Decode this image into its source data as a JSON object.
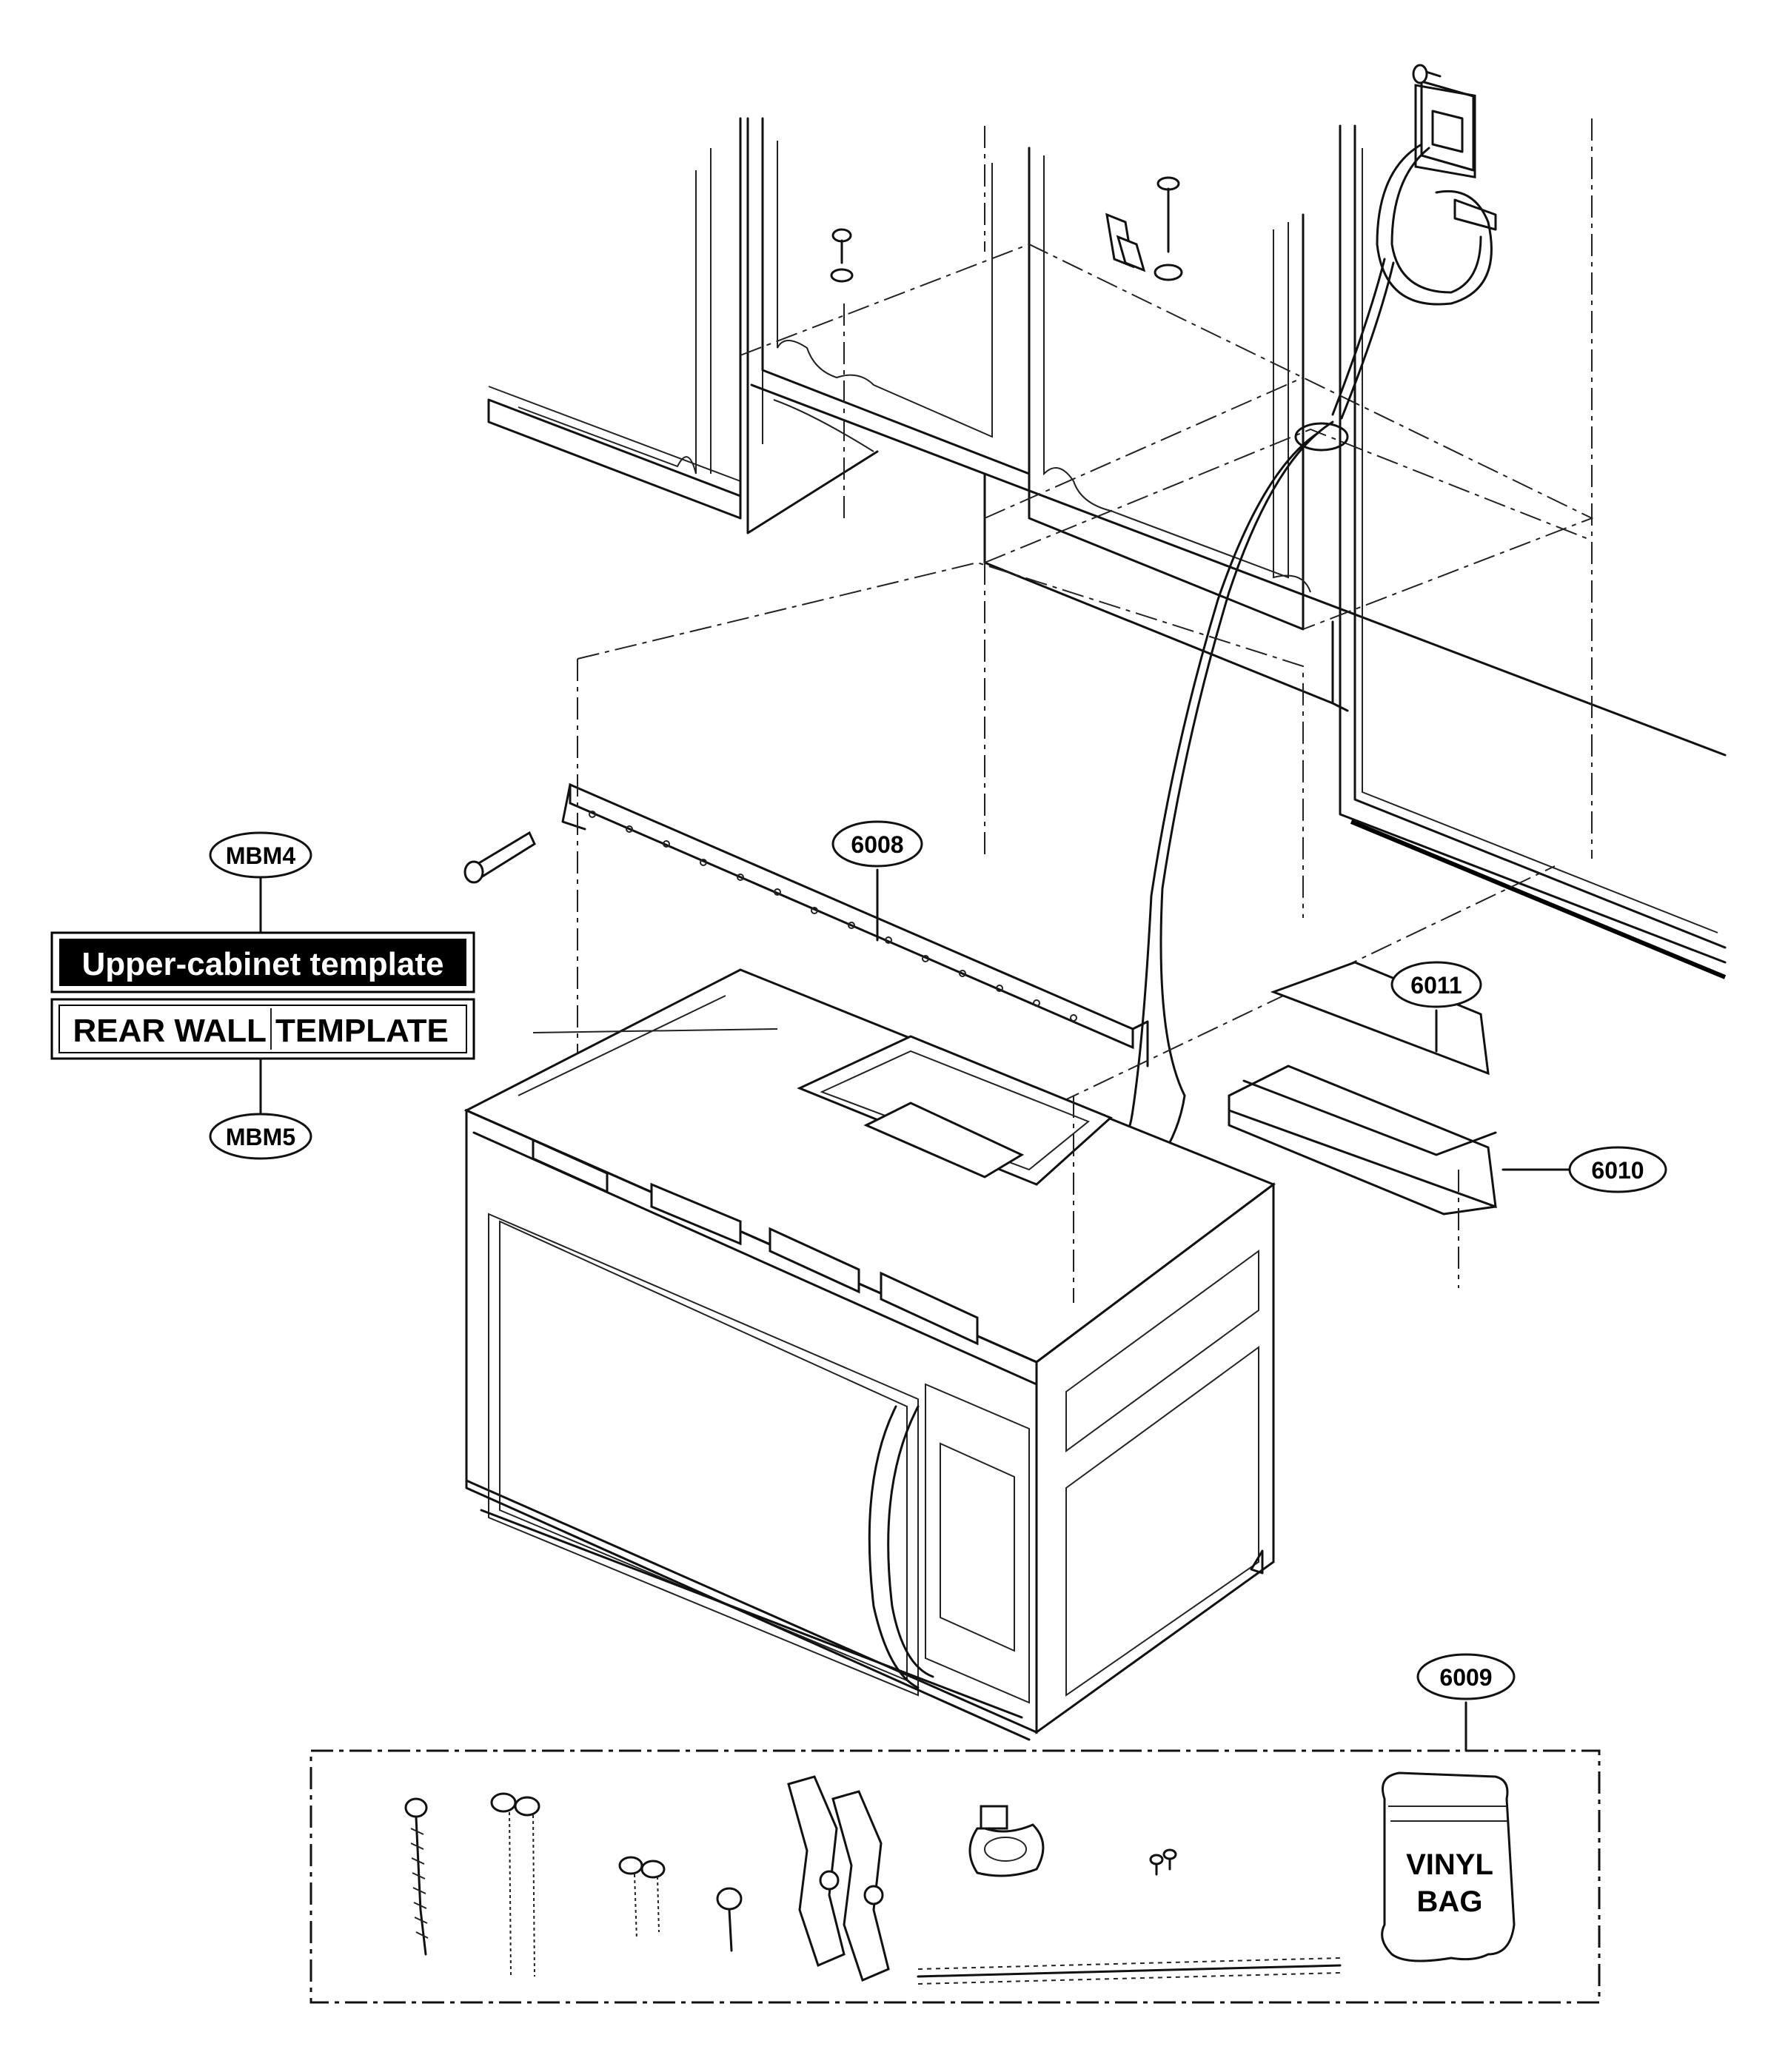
{
  "callouts": {
    "mbm4": "MBM4",
    "mbm5": "MBM5",
    "p6008": "6008",
    "p6009": "6009",
    "p6010": "6010",
    "p6011": "6011"
  },
  "templates": {
    "upper": "Upper-cabinet template",
    "rear_left": "REAR WALL",
    "rear_right": "TEMPLATE"
  },
  "vinyl_bag": {
    "line1": "VINYL",
    "line2": "BAG"
  }
}
